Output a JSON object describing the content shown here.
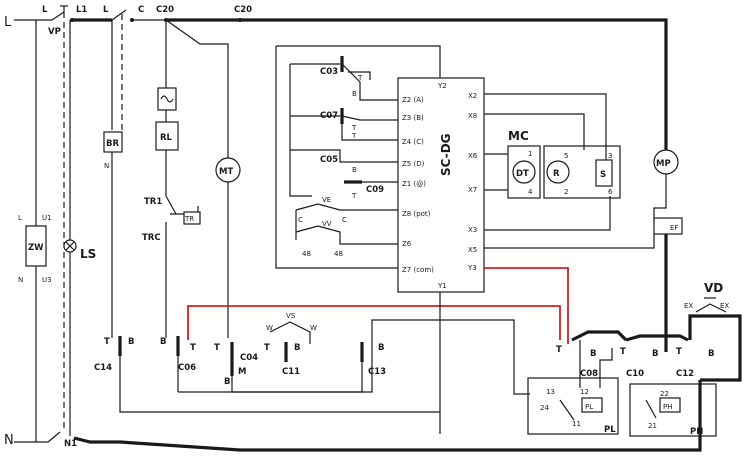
{
  "left_rail": {
    "line_label": "L",
    "neutral_label": "N"
  },
  "switches": {
    "vp": "VP",
    "l": "L",
    "l1": "L1",
    "c": "C",
    "n1": "N1",
    "vd": "VD",
    "ex1": "EX",
    "ex2": "EX"
  },
  "nodes": {
    "c20a": "C20",
    "c20b": "C20"
  },
  "components": {
    "zw": "ZW",
    "zw_l": "L",
    "zw_u1": "U1",
    "zw_n": "N",
    "zw_u3": "U3",
    "ls": "LS",
    "br": "BR",
    "br_n": "N",
    "rl": "RL",
    "mt": "MT",
    "mp": "MP",
    "ef": "EF",
    "tr1": "TR1",
    "trc": "TRC",
    "tr": "TR",
    "mc": "MC",
    "dt": "DT",
    "r": "R",
    "s": "S",
    "pl": "PL",
    "ph": "PH"
  },
  "controller": {
    "name": "SC-DG",
    "y2": "Y2",
    "y1": "Y1",
    "z2": "Z2 (A)",
    "z3": "Z3 (B)",
    "z4": "Z4 (C)",
    "z5": "Z5 (D)",
    "z1": "Z1 (@)",
    "z8": "Z8 (pot)",
    "z6": "Z6",
    "z7": "Z7 (com)",
    "x2": "X2",
    "x8": "X8",
    "x6": "X6",
    "x7": "X7",
    "x3": "X3",
    "x5": "X5",
    "y3": "Y3"
  },
  "cams": {
    "c03": "C03",
    "c07": "C07",
    "c05": "C05",
    "c09": "C09",
    "c14": "C14",
    "c06": "C06",
    "c04": "C04",
    "c11": "C11",
    "c13": "C13",
    "c08": "C08",
    "c10": "C10",
    "c12": "C12"
  },
  "contacts": {
    "t": "T",
    "b": "B",
    "c": "C",
    "m": "M",
    "n": "N",
    "ve": "VE",
    "vv": "VV",
    "vs": "VS",
    "w1": "W",
    "w2": "W",
    "n48a": "48",
    "n48b": "48"
  },
  "pins": {
    "mc1": "1",
    "mc4": "4",
    "mc5": "5",
    "mc2": "2",
    "mc3": "3",
    "mc6": "6",
    "pl13": "13",
    "pl24": "24",
    "pl12": "12",
    "pl11": "11",
    "ph22": "22",
    "ph21": "21"
  },
  "colors": {
    "wire": "#1a1a1a",
    "highlight": "#d42020",
    "background": "#ffffff"
  }
}
